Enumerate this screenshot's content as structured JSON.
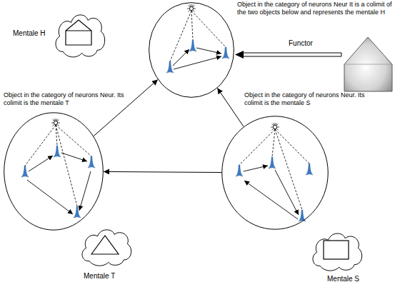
{
  "diagram": {
    "nodes": [
      {
        "text": [
          "Mentale H"
        ]
      },
      {
        "text": [
          "Object in the category of neurons Neur It is a colimit of the two objects below and represents the mentale H"
        ]
      },
      {
        "text": [
          "Object in the category of neurons Neur. Its colimit is the mentale T"
        ]
      },
      {
        "text": [
          "Object in the category of neurons Neur. Its colimit is the mentale S"
        ]
      },
      {
        "text": [
          "Mentale T"
        ]
      },
      {
        "text": [
          "Mentale S"
        ]
      }
    ],
    "edges": [
      {
        "from": 2,
        "to": 1,
        "arrow": "to"
      },
      {
        "from": 3,
        "to": 1,
        "arrow": "to"
      },
      {
        "from": 3,
        "to": 2,
        "arrow": "to"
      }
    ],
    "labels": [
      "Functor"
    ]
  }
}
